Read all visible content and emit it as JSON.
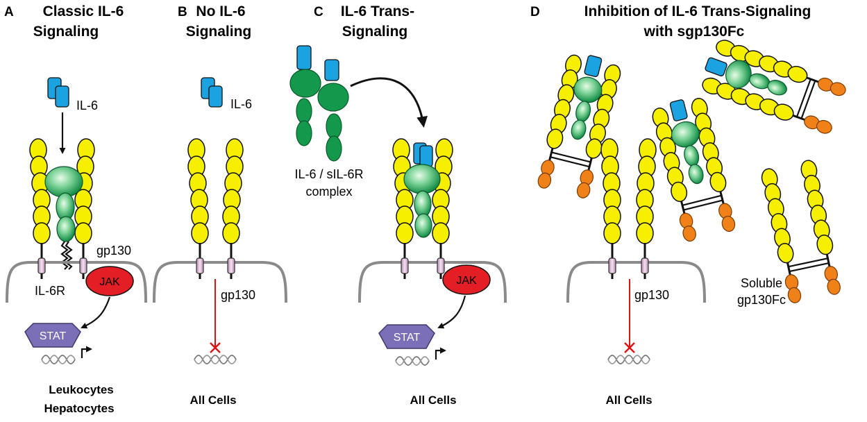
{
  "panels": {
    "a": {
      "letter": "A",
      "title_line1": "Classic IL-6",
      "title_line2": "Signaling",
      "footer_line1": "Leukocytes",
      "footer_line2": "Hepatocytes"
    },
    "b": {
      "letter": "B",
      "title_line1": "No IL-6",
      "title_line2": "Signaling",
      "footer": "All Cells"
    },
    "c": {
      "letter": "C",
      "title_line1": "IL-6 Trans-",
      "title_line2": "Signaling",
      "footer": "All Cells"
    },
    "d": {
      "letter": "D",
      "title_line1": "Inhibition of IL-6 Trans-Signaling",
      "title_line2": "with sgp130Fc",
      "footer": "All Cells"
    }
  },
  "labels": {
    "il6": "IL-6",
    "gp130": "gp130",
    "il6r": "IL-6R",
    "jak": "JAK",
    "stat": "STAT",
    "complex_line1": "IL-6 / sIL-6R",
    "complex_line2": "complex",
    "soluble_line1": "Soluble",
    "soluble_line2": "gp130Fc"
  },
  "colors": {
    "gp130_domain": "#f6f000",
    "il6": "#1aa3e0",
    "il6r": "#14984c",
    "fc_domain": "#f08018",
    "jak": "#e31e24",
    "stat": "#7b70b8",
    "membrane": "#8a8a8a",
    "inhibition": "#e01010"
  }
}
